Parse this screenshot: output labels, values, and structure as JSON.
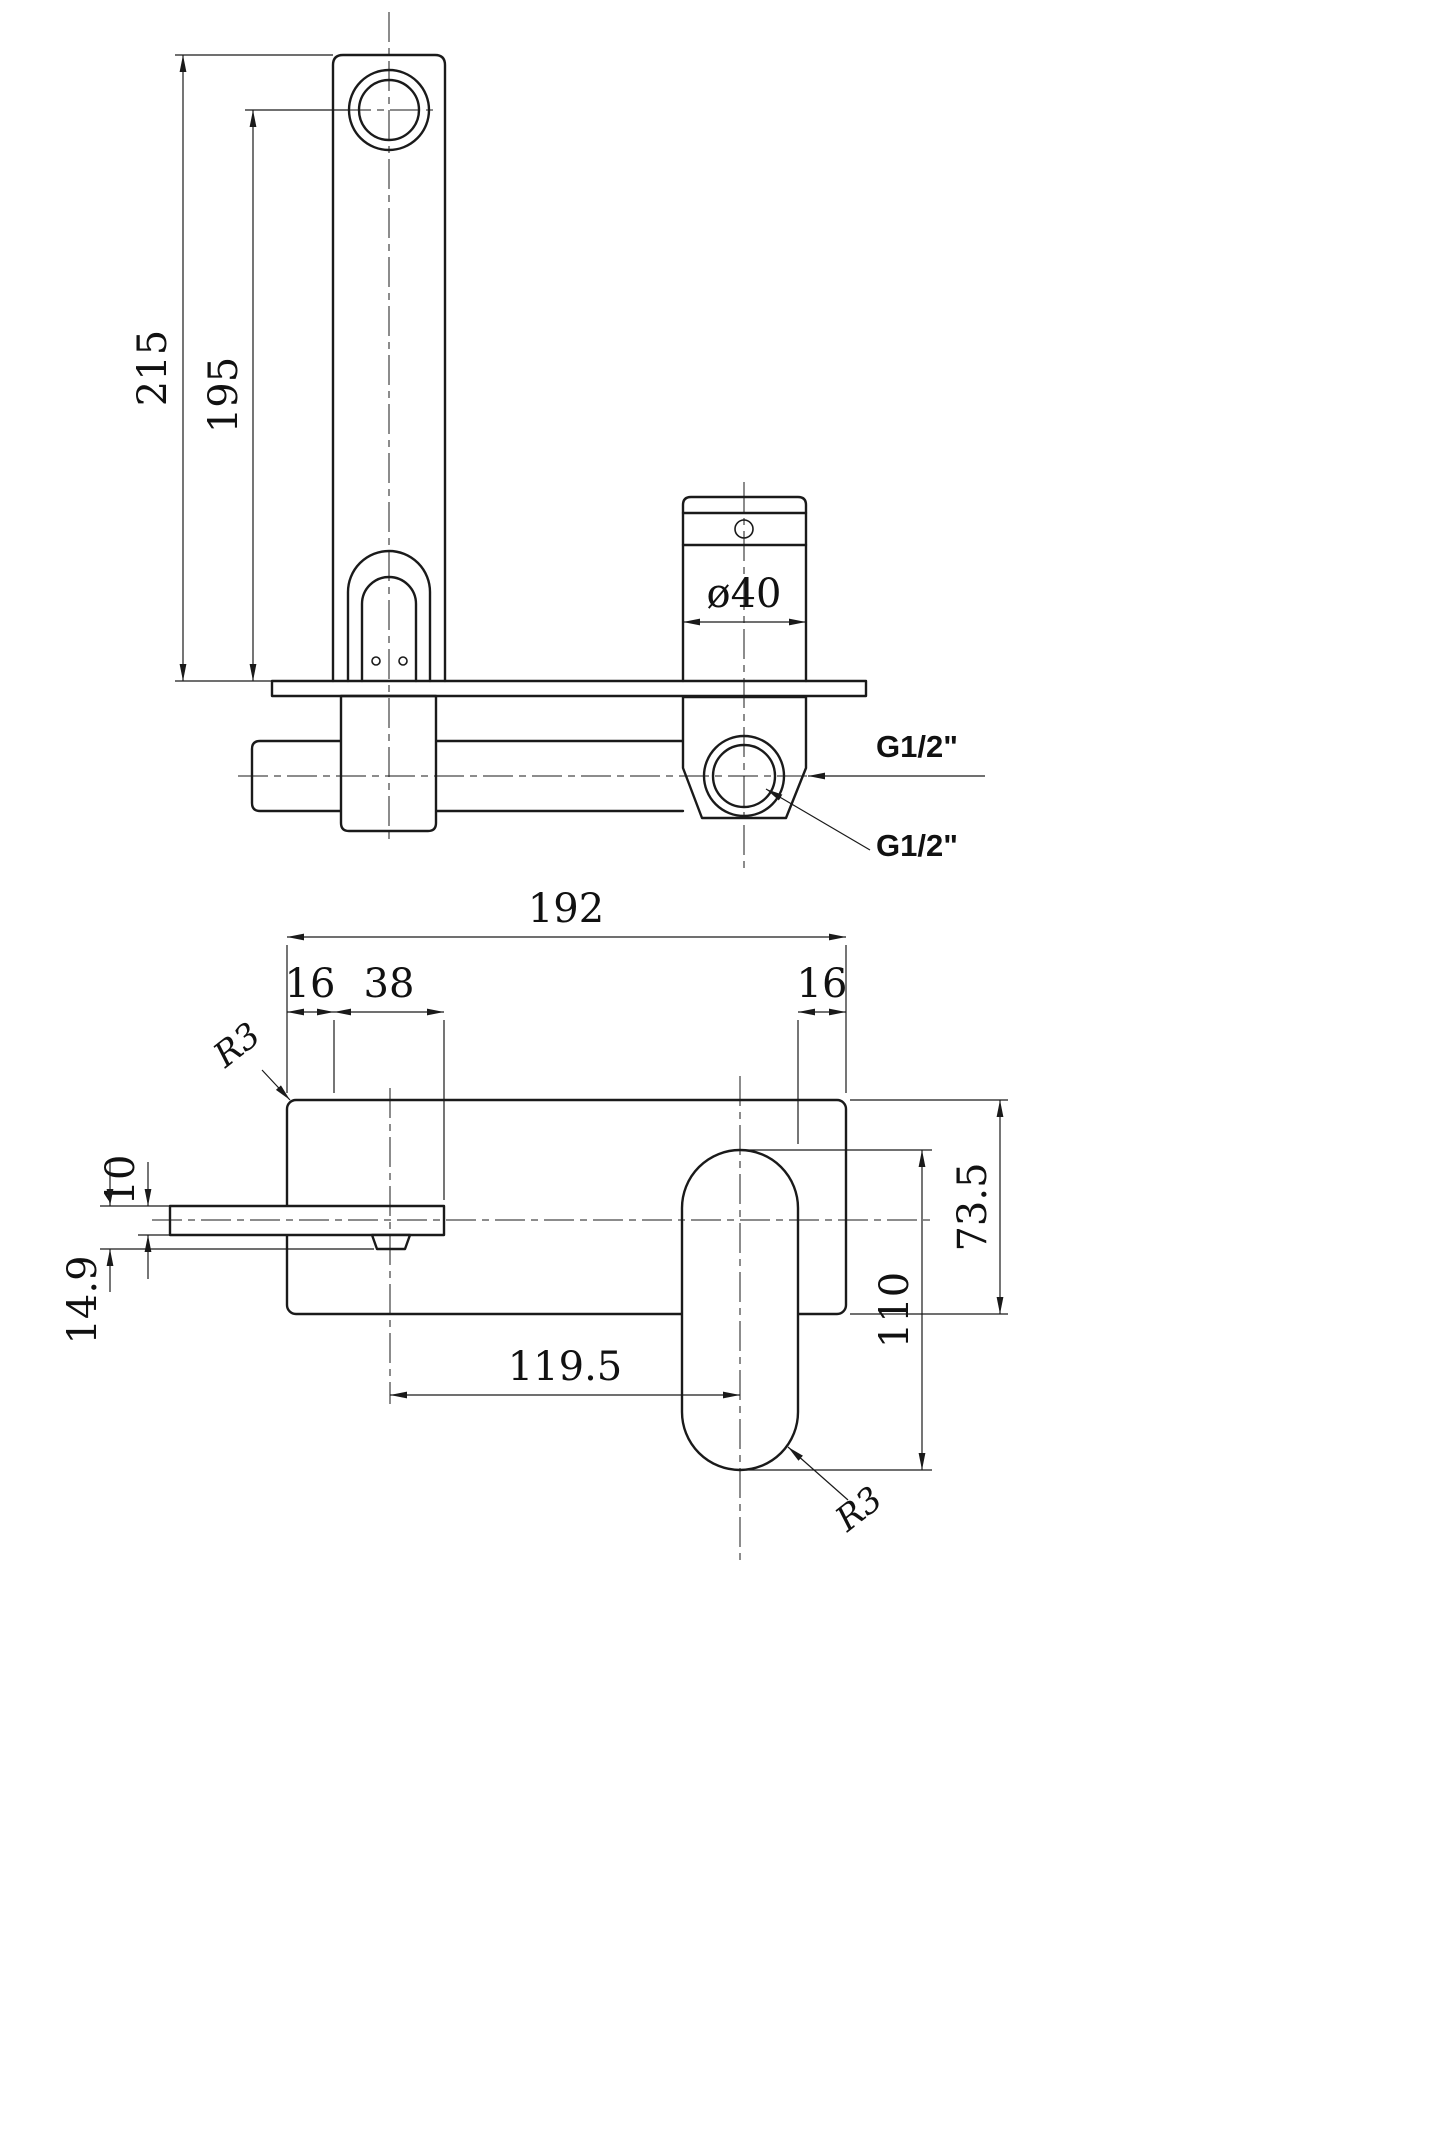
{
  "side_view": {
    "dim_total_height": "215",
    "dim_spout_height": "195",
    "dim_handle_diameter": "ø40",
    "label_inlet_top": "G1/2\"",
    "label_inlet_bottom": "G1/2\""
  },
  "front_view": {
    "dim_plate_width": "192",
    "dim_offset_left": "16",
    "dim_spout_width": "38",
    "dim_offset_right": "16",
    "radius_plate_corner": "R3",
    "dim_spout_thickness": "10",
    "dim_spout_drop": "14.9",
    "dim_plate_height": "73.5",
    "dim_handle_length": "110",
    "dim_center_distance": "119.5",
    "radius_handle_corner": "R3"
  }
}
